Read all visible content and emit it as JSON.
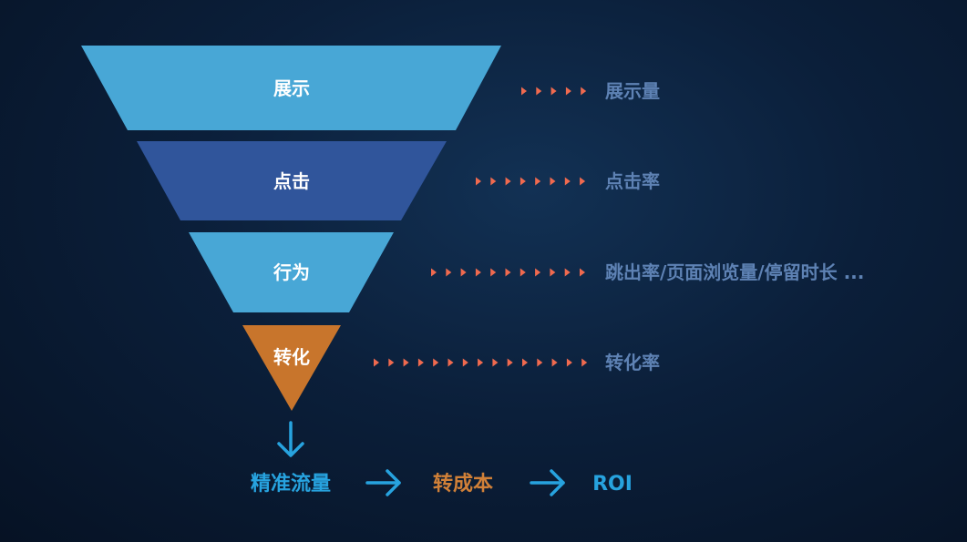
{
  "colors": {
    "stage_light_blue": "#48a7d6",
    "stage_dark_blue": "#30559b",
    "stage_orange": "#c8752c",
    "metric_text": "#5e82b4",
    "dot_arrow": "#f06a4f",
    "flow_blue": "#27a3df",
    "flow_orange": "#d08038",
    "background": "#0b1f3a"
  },
  "stages": [
    {
      "label": "展示",
      "metric": "展示量"
    },
    {
      "label": "点击",
      "metric": "点击率"
    },
    {
      "label": "行为",
      "metric": "跳出率/页面浏览量/停留时长 ..."
    },
    {
      "label": "转化",
      "metric": "转化率"
    }
  ],
  "flow": {
    "step1": "精准流量",
    "step2": "转成本",
    "step3": "ROI"
  }
}
